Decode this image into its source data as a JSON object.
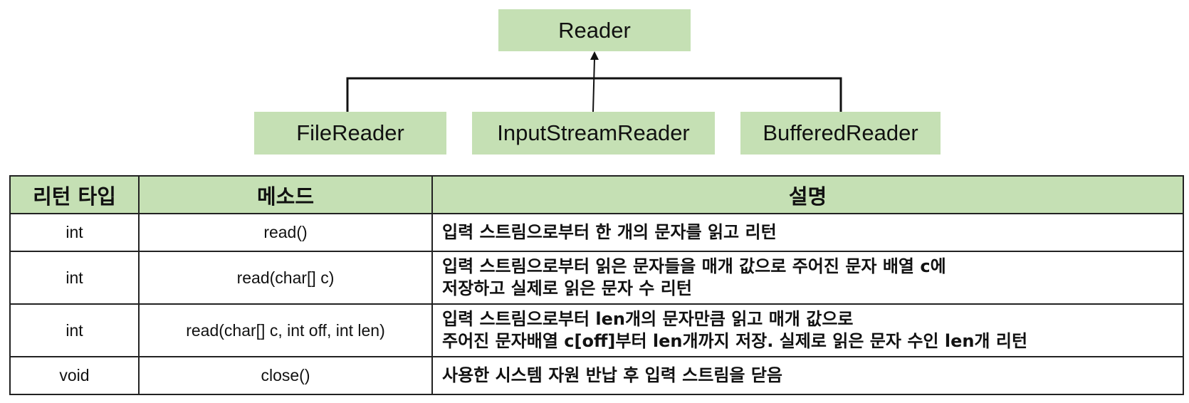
{
  "hierarchy": {
    "parent": "Reader",
    "children": [
      "FileReader",
      "InputStreamReader",
      "BufferedReader"
    ]
  },
  "table": {
    "headers": [
      "리턴 타입",
      "메소드",
      "설명"
    ],
    "rows": [
      {
        "return_type": "int",
        "method": "read()",
        "description": [
          "입력 스트림으로부터 한 개의 문자를 읽고 리턴"
        ]
      },
      {
        "return_type": "int",
        "method": "read(char[] c)",
        "description": [
          "입력 스트림으로부터 읽은 문자들을 매개 값으로 주어진 문자 배열 c에",
          "저장하고 실제로 읽은 문자 수 리턴"
        ]
      },
      {
        "return_type": "int",
        "method": "read(char[] c, int off, int len)",
        "description": [
          "입력 스트림으로부터 len개의 문자만큼 읽고 매개 값으로",
          "주어진 문자배열 c[off]부터 len개까지 저장. 실제로 읽은 문자 수인 len개 리턴"
        ]
      },
      {
        "return_type": "void",
        "method": "close()",
        "description": [
          "사용한 시스템 자원 반납 후 입력 스트림을 닫음"
        ]
      }
    ]
  },
  "colors": {
    "box_fill": "#c5e0b4",
    "line": "#111111",
    "border": "#222222"
  }
}
